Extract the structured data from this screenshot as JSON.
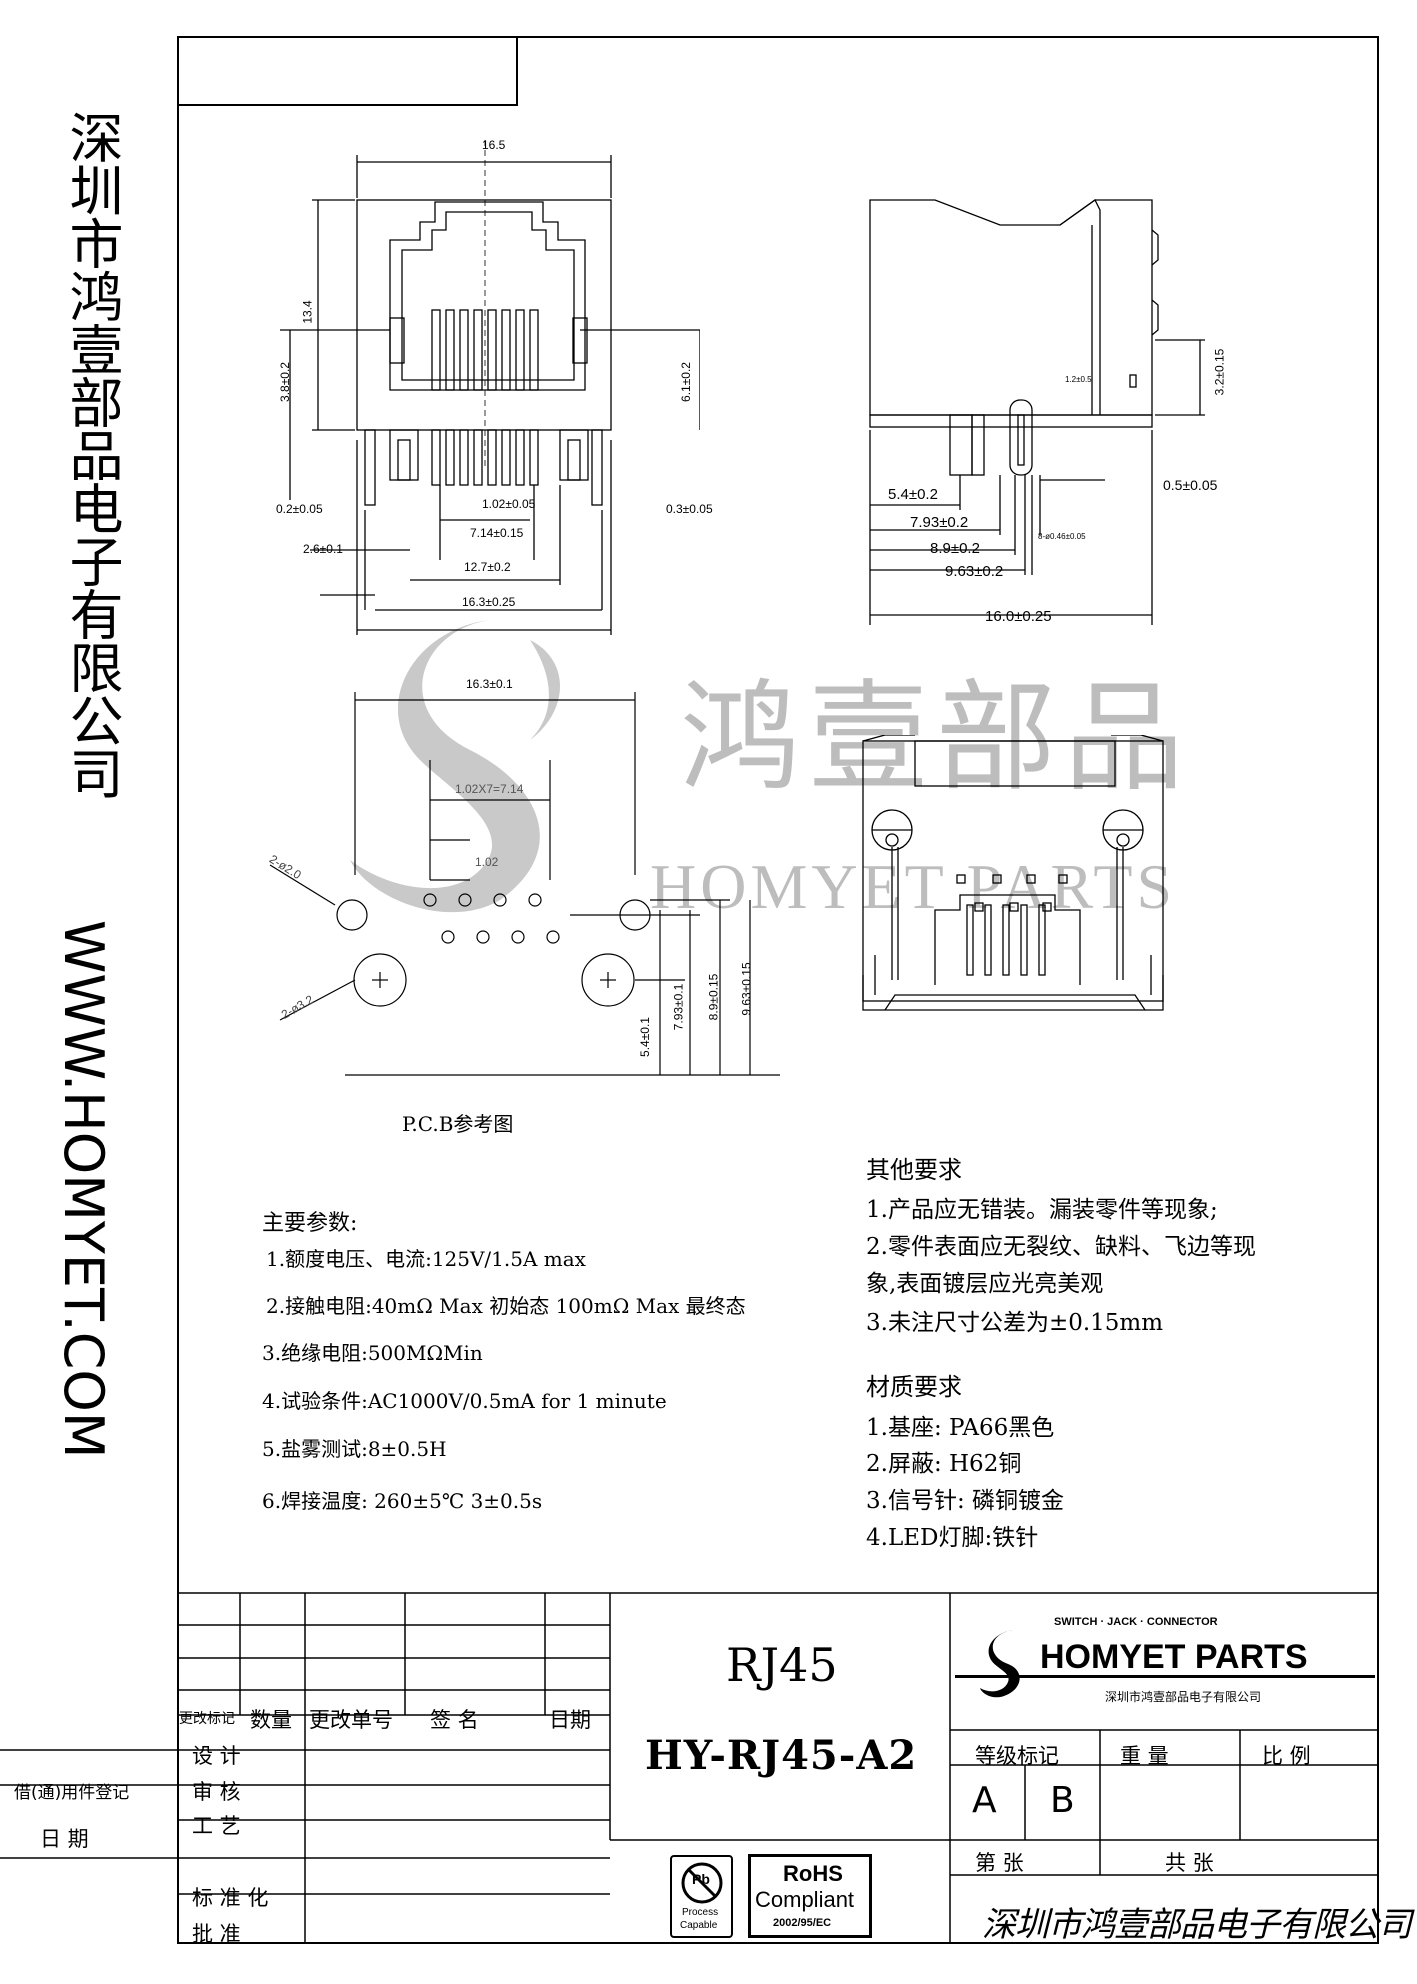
{
  "side": {
    "company": "深圳市鸿壹部品电子有限公司",
    "website": "WWW.HOMYET.COM"
  },
  "watermark": {
    "cn": "鸿壹部品",
    "en": "HOMYET PARTS"
  },
  "dims": {
    "front_width": "16.5",
    "front_height": "13.4",
    "front_h1": "3.8±0.2",
    "front_h2": "6.1±0.2",
    "front_pin_w": "0.2±0.05",
    "front_pin_w2": "0.3±0.05",
    "front_pitch": "1.02±0.05",
    "front_span1": "7.14±0.15",
    "front_off": "2.6±0.1",
    "front_span2": "12.7±0.2",
    "front_total": "16.3±0.25",
    "side_h": "3.2±0.15",
    "side_small": "1.2±0.5",
    "side_d1": "5.4±0.2",
    "side_d2": "7.93±0.2",
    "side_d3": "8.9±0.2",
    "side_d4": "9.63±0.2",
    "side_pin": "0.5±0.05",
    "side_note": "8-ø0.46±0.05",
    "side_total": "16.0±0.25",
    "pcb_total": "16.3±0.1",
    "pcb_pitch_total": "1.02X7=7.14",
    "pcb_pitch": "1.02",
    "pcb_hole1": "2-ø2.0",
    "pcb_hole2": "2-ø3.2",
    "pcb_v1": "5.4±0.1",
    "pcb_v2": "7.93±0.1",
    "pcb_v3": "8.9±0.15",
    "pcb_v4": "9.63±0.15",
    "pcb_caption": "P.C.B参考图"
  },
  "specs": {
    "title": "主要参数:",
    "items": [
      "1.额度电压、电流:125V/1.5A max",
      "2.接触电阻:40mΩ  Max 初始态 100mΩ  Max 最终态",
      "3.绝缘电阻:500MΩMin",
      "4.试验条件:AC1000V/0.5mA for 1 minute",
      "5.盐雾测试:8±0.5H",
      "6.焊接温度: 260±5℃ 3±0.5s"
    ]
  },
  "other": {
    "title": "其他要求",
    "lines": [
      "1.产品应无错装。漏装零件等现象;",
      "2.零件表面应无裂纹、缺料、飞边等现",
      "象,表面镀层应光亮美观",
      "3.未注尺寸公差为±0.15mm"
    ]
  },
  "material": {
    "title": "材质要求",
    "lines": [
      "1.基座: PA66黑色",
      "2.屏蔽: H62铜",
      "3.信号针: 磷铜镀金",
      "4.LED灯脚:铁针"
    ]
  },
  "titleblock": {
    "rev_mark": "更改标记",
    "qty": "数量",
    "change_no": "更改单号",
    "sign": "签    名",
    "date": "日期",
    "design": "设    计",
    "review": "审    核",
    "process": "工    艺",
    "standard": "标 准 化",
    "approve": "批    准",
    "borrow": "借(通)用件登记",
    "date2": "日    期",
    "product": "RJ45",
    "part_no": "HY-RJ45-A2",
    "grade": "等级标记",
    "weight": "重    量",
    "scale": "比    例",
    "grade_a": "A",
    "grade_b": "B",
    "sheet": "第    张",
    "total": "共          张",
    "logo_tag": "SWITCH · JACK · CONNECTOR",
    "logo_name": "HOMYET PARTS",
    "logo_cn": "深圳市鸿壹部品电子有限公司",
    "signature": "深圳市鸿壹部品电子有限公司",
    "pb_label": "Pb",
    "pb_sub1": "Process",
    "pb_sub2": "Capable",
    "rohs1": "RoHS",
    "rohs2": "Compliant",
    "rohs3": "2002/95/EC"
  }
}
